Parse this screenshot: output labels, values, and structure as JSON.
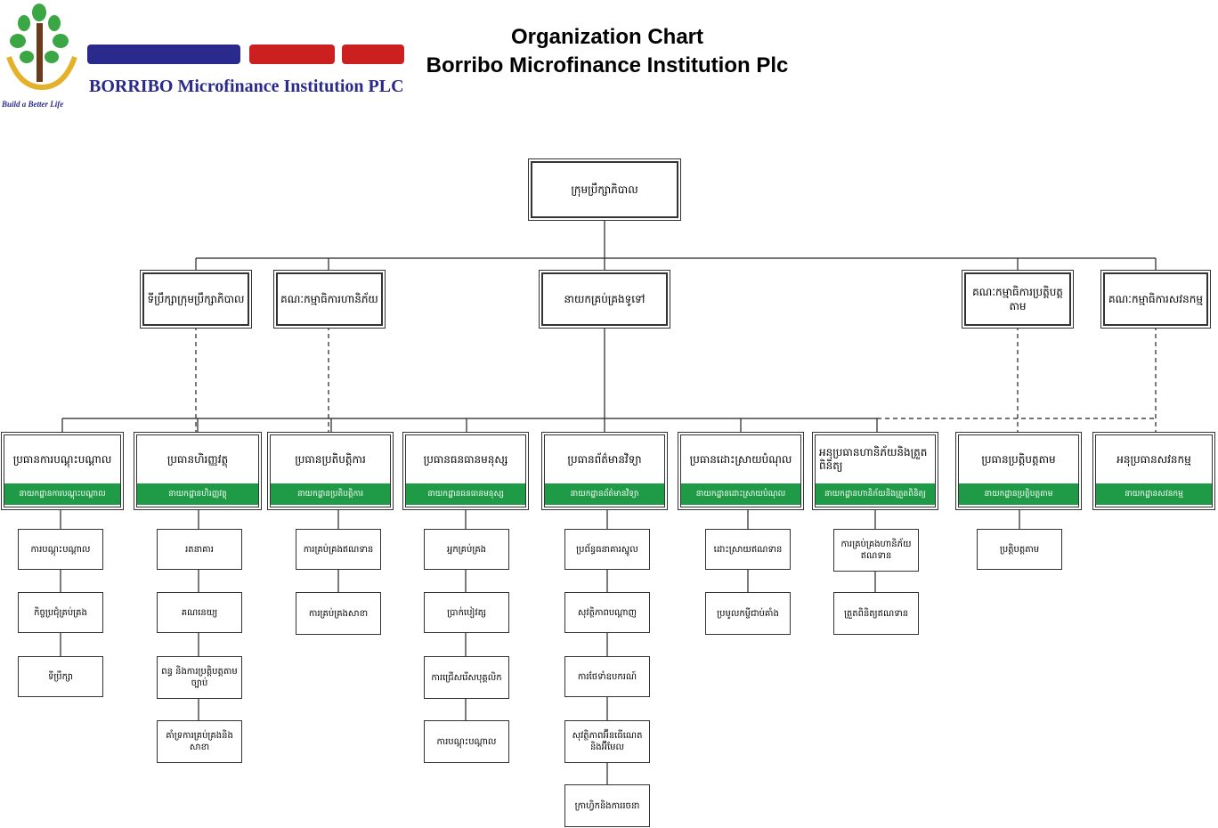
{
  "header": {
    "title_line1": "Organization Chart",
    "title_line2": "Borribo Microfinance Institution Plc"
  },
  "logo": {
    "name_en": "BORRIBO Microfinance Institution PLC",
    "tagline": "Build a Better Life",
    "colors": {
      "navy": "#2a2a8c",
      "red": "#cc1f1f",
      "green": "#3aa644",
      "gold": "#e3b22a"
    }
  },
  "accent_color": "#1f9a46",
  "org": {
    "board": "ក្រុមប្រឹក្សាភិបាល",
    "board_secretary": "ទីប្រឹក្សាក្រុមប្រឹក្សាភិបាល",
    "risk_committee": "គណៈកម្មាធិការហានិភ័យ",
    "ceo": "នាយកគ្រប់គ្រងទូទៅ",
    "compliance_committee": "គណៈកម្មាធិការប្រត្តិបត្តតាម",
    "audit_committee": "គណៈកម្មាធិការសវនកម្ម",
    "departments": [
      {
        "name": "ប្រធានការបណ្តុះបណ្តាល",
        "bar": "នាយកដ្ឋានការបណ្តុះបណ្តាល",
        "subs": [
          "ការបណ្តុះបណ្តាល",
          "កិច្ចប្រជុំគ្រប់គ្រង",
          "ទីប្រឹក្សា"
        ]
      },
      {
        "name": "ប្រធានហិរញ្ញវត្ថុ",
        "bar": "នាយកដ្ឋានហិរញ្ញវត្ថុ",
        "subs": [
          "រតនាគារ",
          "គណនេយ្យ",
          "ពន្ធ និងការប្រត្តិបត្តតាមច្បាប់",
          "គាំទ្រការគ្រប់គ្រងនិងសាខា"
        ]
      },
      {
        "name": "ប្រធានប្រតិបត្តិការ",
        "bar": "នាយកដ្ឋានប្រតិបត្តិការ",
        "subs": [
          "ការគ្រប់គ្រងឥណទាន",
          "ការគ្រប់គ្រងសាខា"
        ]
      },
      {
        "name": "ប្រធានធនធានមនុស្ស",
        "bar": "នាយកដ្ឋានធនធានមនុស្ស",
        "subs": [
          "អ្នកគ្រប់គ្រង",
          "ប្រាក់បៀវត្ស",
          "ការជ្រើសរើសបុគ្គលិក",
          "ការបណ្តុះបណ្តាល"
        ]
      },
      {
        "name": "ប្រធានព័ត៌មានវិទ្យា",
        "bar": "នាយកដ្ឋានព័ត៌មានវិទ្យា",
        "subs": [
          "ប្រព័ន្ធធនាគារស្នូល",
          "សុវត្ថិភាពបណ្តាញ",
          "ការថែទាំឧបករណ៍",
          "សុវត្ថិភាពអ៊ីនធើណេតនិងអ៊ីមែល",
          "ក្រាហ្វិកនិងការរចនា"
        ]
      },
      {
        "name": "ប្រធានដោះស្រាយបំណុល",
        "bar": "នាយកដ្ឋានដោះស្រាយបំណុល",
        "subs": [
          "ដោះស្រាយឥណទាន",
          "ប្រមូលកម្ចីជាប់គាំង"
        ]
      },
      {
        "name": "អនុប្រធានហានិភ័យនិងត្រួតពិនិត្យ",
        "bar": "នាយកដ្ឋានហានិភ័យនិងត្រួតពិនិត្យ",
        "subs": [
          "ការគ្រប់គ្រងហានិភ័យឥណទាន",
          "ត្រួតពិនិត្យឥណទាន"
        ]
      },
      {
        "name": "ប្រធានប្រត្តិបត្តតាម",
        "bar": "នាយកដ្ឋានប្រត្តិបត្តតាម",
        "subs": [
          "ប្រត្តិបត្តតាម"
        ]
      },
      {
        "name": "អនុប្រធានសវនកម្ម",
        "bar": "នាយកដ្ឋានសវនកម្ម",
        "subs": []
      }
    ]
  }
}
